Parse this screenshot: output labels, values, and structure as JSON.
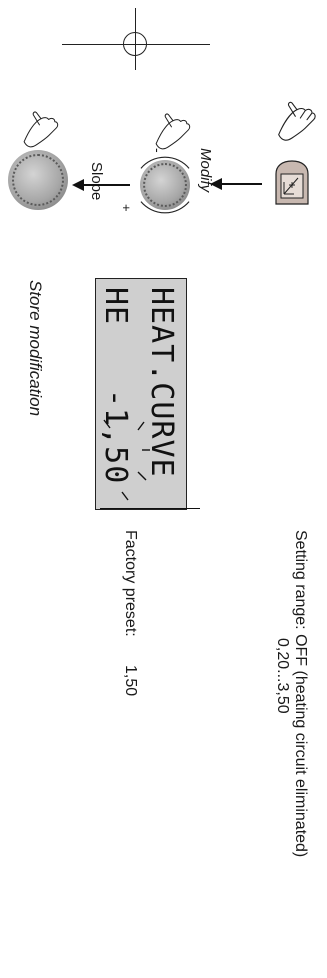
{
  "labels": {
    "modify": "Modify",
    "slope": "Slope",
    "minus": "-",
    "plus": "+",
    "store": "Store modification",
    "setting_range_line1": "Setting range: OFF (heating circuit eliminated)",
    "setting_range_line2": "0,20...3,50",
    "factory_preset_label": "Factory preset:",
    "factory_preset_value": "1,50"
  },
  "display": {
    "line1": "HEAT.CURVE",
    "line2_label": "HE",
    "line2_value": "-1,50"
  },
  "icons": [
    "pointing-hand-icon",
    "heat-curve-button-icon",
    "rotary-knob-icon",
    "arrow-icon",
    "registration-mark-icon"
  ],
  "colors": {
    "lcd_background": "#cfcfcf",
    "knob": "#a6a6a6",
    "button": "#c8b8b0"
  }
}
